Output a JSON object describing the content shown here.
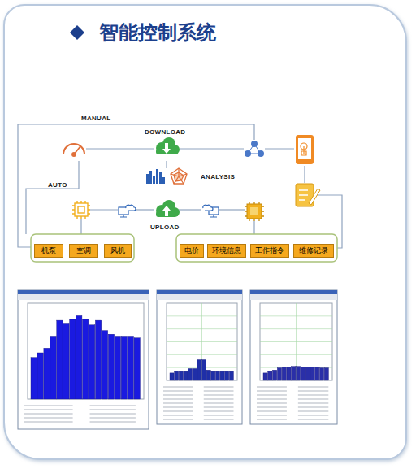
{
  "diagram": {
    "title": "智能控制系统",
    "nodes": [
      {
        "text": [
          "机泵"
        ]
      },
      {
        "text": [
          "空调"
        ]
      },
      {
        "text": [
          "风机"
        ]
      },
      {
        "text": [
          "电价"
        ]
      },
      {
        "text": [
          "环境信息"
        ]
      },
      {
        "text": [
          "工作指令"
        ]
      },
      {
        "text": [
          "维修记录"
        ]
      }
    ],
    "labels": [
      "MANUAL",
      "DOWNLOAD",
      "ANALYSIS",
      "AUTO",
      "UPLOAD"
    ]
  }
}
